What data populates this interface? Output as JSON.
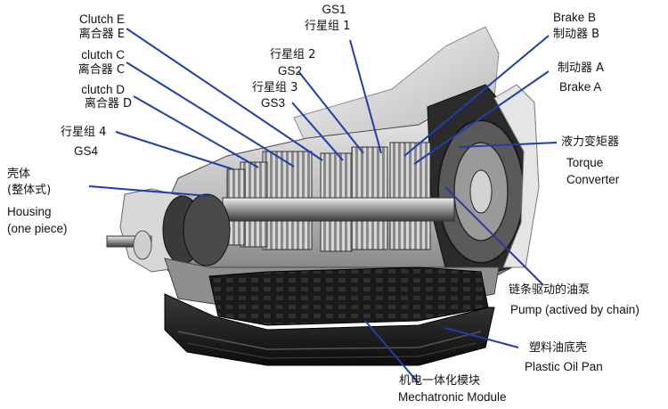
{
  "labels": {
    "clutch_e_en": "Clutch E",
    "clutch_e_zh": "离合器 E",
    "clutch_c_en": "clutch C",
    "clutch_c_zh": "离合器 C",
    "clutch_d_en": "clutch D",
    "clutch_d_zh": "离合器 D",
    "gs4_zh": "行星组 4",
    "gs4_en": "GS4",
    "housing_zh1": "壳体",
    "housing_zh2": "(整体式)",
    "housing_en1": "Housing",
    "housing_en2": "(one piece)",
    "gs1_en": "GS1",
    "gs1_zh": "行星组 1",
    "gs2_zh": "行星组 2",
    "gs2_en": "GS2",
    "gs3_zh": "行星组 3",
    "gs3_en": "GS3",
    "brake_b_en": "Brake B",
    "brake_b_zh": "制动器 B",
    "brake_a_zh": "制动器 A",
    "brake_a_en": "Brake A",
    "tc_zh": "液力变矩器",
    "tc_en1": "Torque",
    "tc_en2": "Converter",
    "pump_zh": "链条驱动的油泵",
    "pump_en": "Pump (actived by chain)",
    "pan_zh": "塑料油底壳",
    "pan_en": "Plastic Oil Pan",
    "mech_zh": "机电一体化模块",
    "mech_en": "Mechatronic Module"
  },
  "colors": {
    "leader_line": "#1f3fa8",
    "metal_dark": "#1c1c1c",
    "metal_light": "#c9c9c9"
  }
}
